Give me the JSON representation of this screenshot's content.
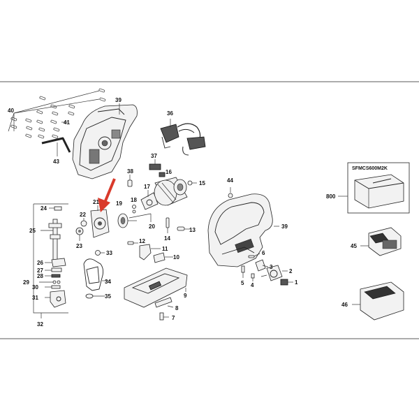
{
  "callouts": {
    "n1": "1",
    "n2": "2",
    "n3": "3",
    "n4": "4",
    "n5": "5",
    "n6": "6",
    "n7": "7",
    "n8": "8",
    "n9": "9",
    "n10": "10",
    "n11": "11",
    "n12": "12",
    "n13": "13",
    "n14": "14",
    "n15": "15",
    "n16": "16",
    "n17": "17",
    "n18": "18",
    "n19": "19",
    "n20": "20",
    "n21": "21",
    "n22": "22",
    "n23": "23",
    "n24": "24",
    "n25": "25",
    "n26": "26",
    "n27": "27",
    "n28": "28",
    "n29": "29",
    "n30": "30",
    "n31": "31",
    "n32": "32",
    "n33": "33",
    "n34": "34",
    "n35": "35",
    "n36": "36",
    "n37": "37",
    "n38": "38",
    "n39a": "39",
    "n39b": "39",
    "n40": "40",
    "n41": "41",
    "n43": "43",
    "n44": "44",
    "n45": "45",
    "n46": "46",
    "n800": "800"
  },
  "kit_label": "SFMCS600M2K",
  "colors": {
    "highlight_arrow": "#d93a2b",
    "line": "#333333",
    "background": "#ffffff"
  }
}
